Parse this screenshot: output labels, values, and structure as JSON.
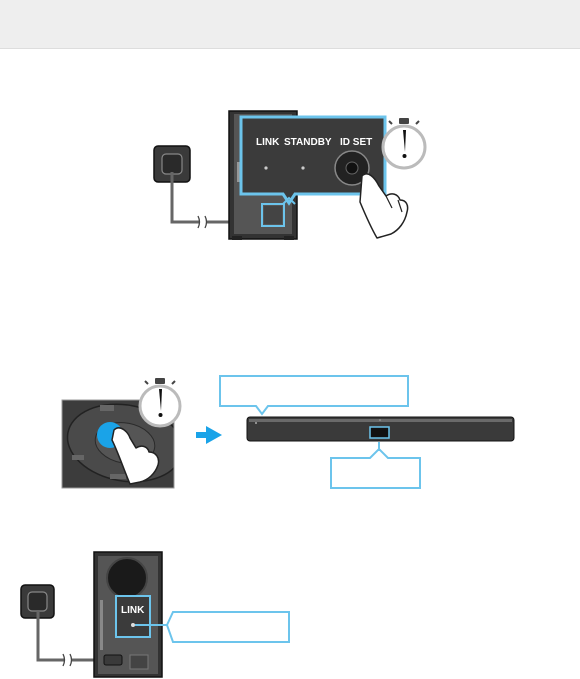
{
  "colors": {
    "header": "#eeeeee",
    "callout": "#6cc4ec",
    "callout_fill": "#1aa3e8",
    "device_dark": "#2a2a2a",
    "device_panel": "#3b3b3b"
  },
  "figure1": {
    "label_link": "LINK",
    "label_standby": "STANDBY",
    "label_id_set": "ID SET",
    "icon": "stopwatch-icon"
  },
  "figure2": {
    "icon": "stopwatch-icon",
    "arrow_icon": "arrow-right-icon"
  },
  "figure3": {
    "label_link": "LINK",
    "icon": "power-outlet-icon"
  }
}
